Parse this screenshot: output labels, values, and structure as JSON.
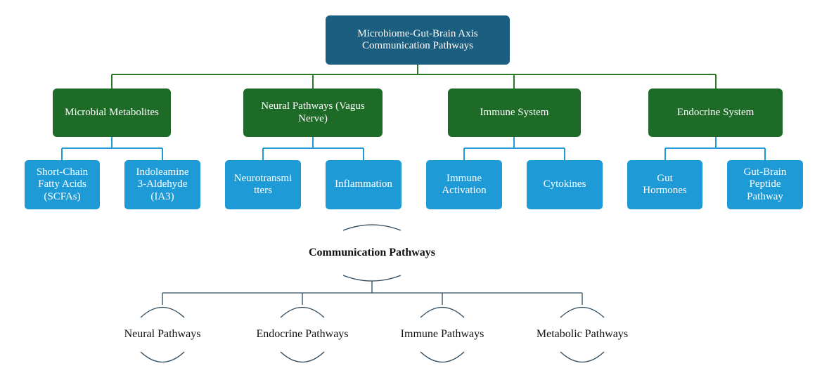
{
  "top_diagram": {
    "root": "Microbiome-Gut-Brain Axis\nCommunication Pathways",
    "categories": [
      {
        "label": "Microbial Metabolites",
        "children": [
          "Short-Chain\nFatty Acids\n(SCFAs)",
          "Indoleamine\n3-Aldehyde\n(IA3)"
        ]
      },
      {
        "label": "Neural Pathways (Vagus\nNerve)",
        "children": [
          "Neurotransmi\ntters",
          "Inflammation"
        ]
      },
      {
        "label": "Immune System",
        "children": [
          "Immune\nActivation",
          "Cytokines"
        ]
      },
      {
        "label": "Endocrine System",
        "children": [
          "Gut\nHormones",
          "Gut-Brain\nPeptide\nPathway"
        ]
      }
    ],
    "colors": {
      "root": "#1b5e80",
      "category": "#1e6b27",
      "leaf": "#1e9ad6",
      "connector_top": "#2a7a2a",
      "connector_leaf": "#1e9ad6"
    }
  },
  "bottom_diagram": {
    "heading": "Communication Pathways",
    "items": [
      "Neural Pathways",
      "Endocrine Pathways",
      "Immune Pathways",
      "Metabolic Pathways"
    ],
    "colors": {
      "connector": "#2e4a5e",
      "arc": "#2e4a5e"
    }
  }
}
